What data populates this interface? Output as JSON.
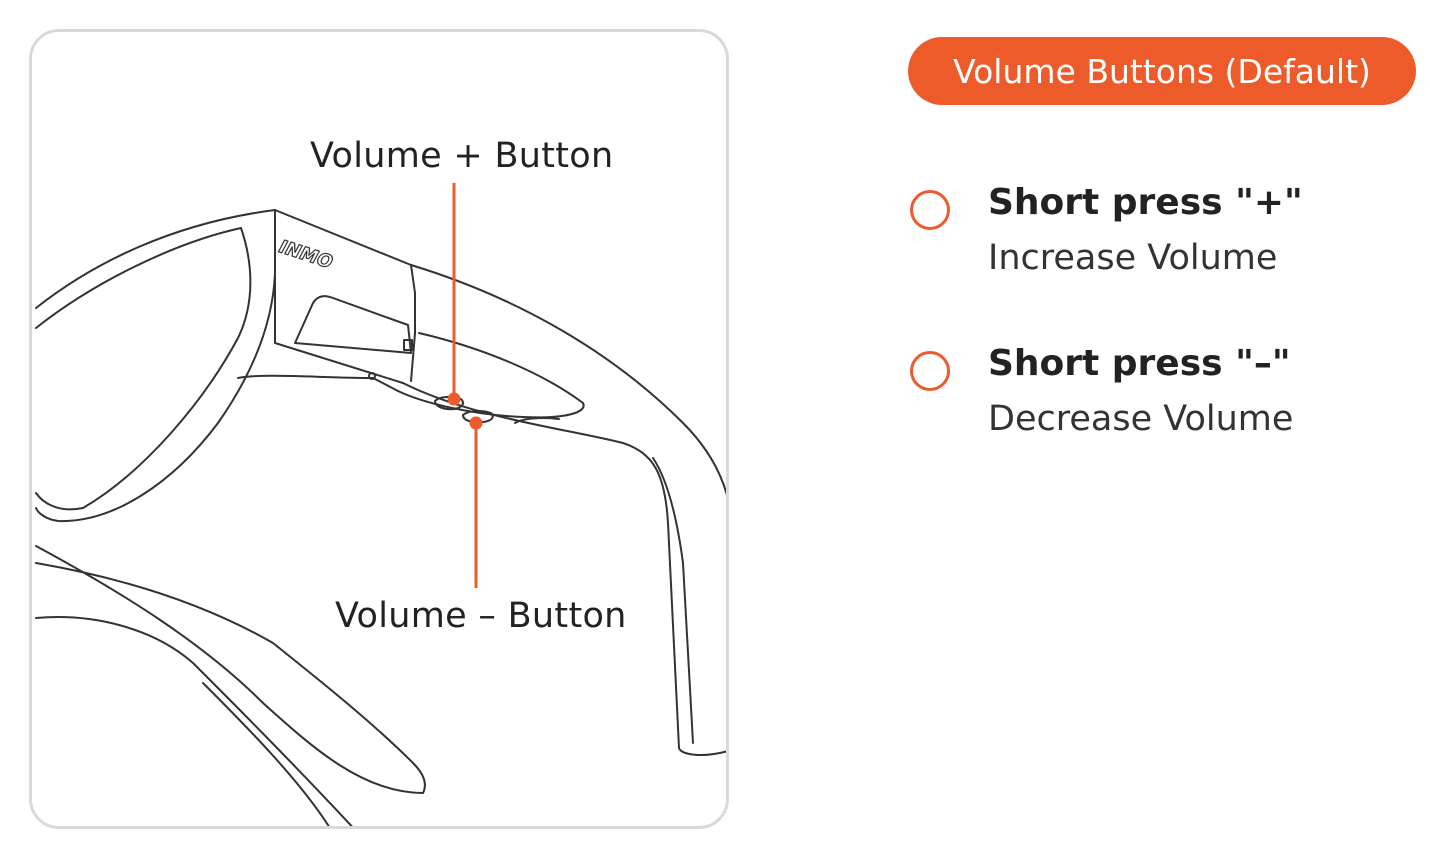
{
  "header": {
    "title": "Volume Buttons (Default)",
    "accent_color": "#ee5b2b"
  },
  "diagram": {
    "callouts": [
      {
        "label": "Volume + Button"
      },
      {
        "label": "Volume – Button"
      }
    ],
    "logo_text": "INMO"
  },
  "legend": {
    "items": [
      {
        "icon": "circle-outline-icon",
        "title": "Short press \"+\"",
        "description": "Increase Volume"
      },
      {
        "icon": "circle-outline-icon",
        "title": "Short press \"–\"",
        "description": "Decrease Volume"
      }
    ]
  }
}
